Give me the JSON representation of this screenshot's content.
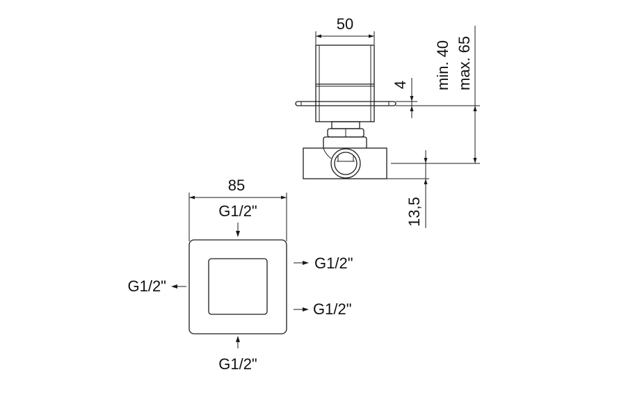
{
  "side_view": {
    "width_dim": "50",
    "plate_dim": "4",
    "depth_min": "min. 40",
    "depth_max": "max. 65",
    "offset_dim": "13,5"
  },
  "front_view": {
    "width_dim": "85",
    "connection_top": "G1/2\"",
    "connection_bottom": "G1/2\"",
    "connection_left": "G1/2\"",
    "connection_right_upper": "G1/2\"",
    "connection_right_lower": "G1/2\""
  }
}
